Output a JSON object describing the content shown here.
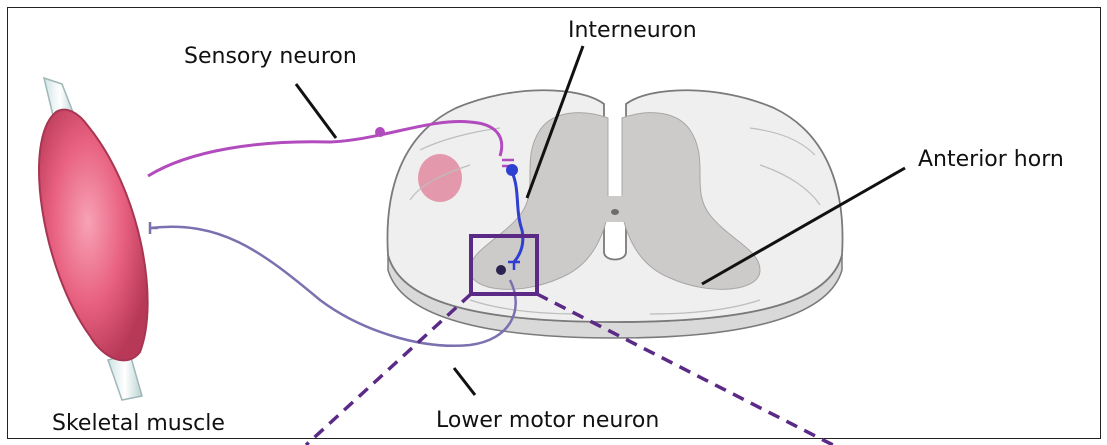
{
  "labels": {
    "sensory_neuron": "Sensory neuron",
    "interneuron": "Interneuron",
    "anterior_horn": "Anterior horn",
    "skeletal_muscle": "Skeletal muscle",
    "lower_motor_neuron": "Lower motor neuron"
  },
  "colors": {
    "sensory_neuron": "#b24bbd",
    "interneuron": "#2f3fd0",
    "motor_neuron": "#7b70b0",
    "highlight_box": "#5b2a86",
    "muscle": "#e8607f",
    "gray_matter": "#cfcccc",
    "white_matter": "#eeeeee"
  }
}
